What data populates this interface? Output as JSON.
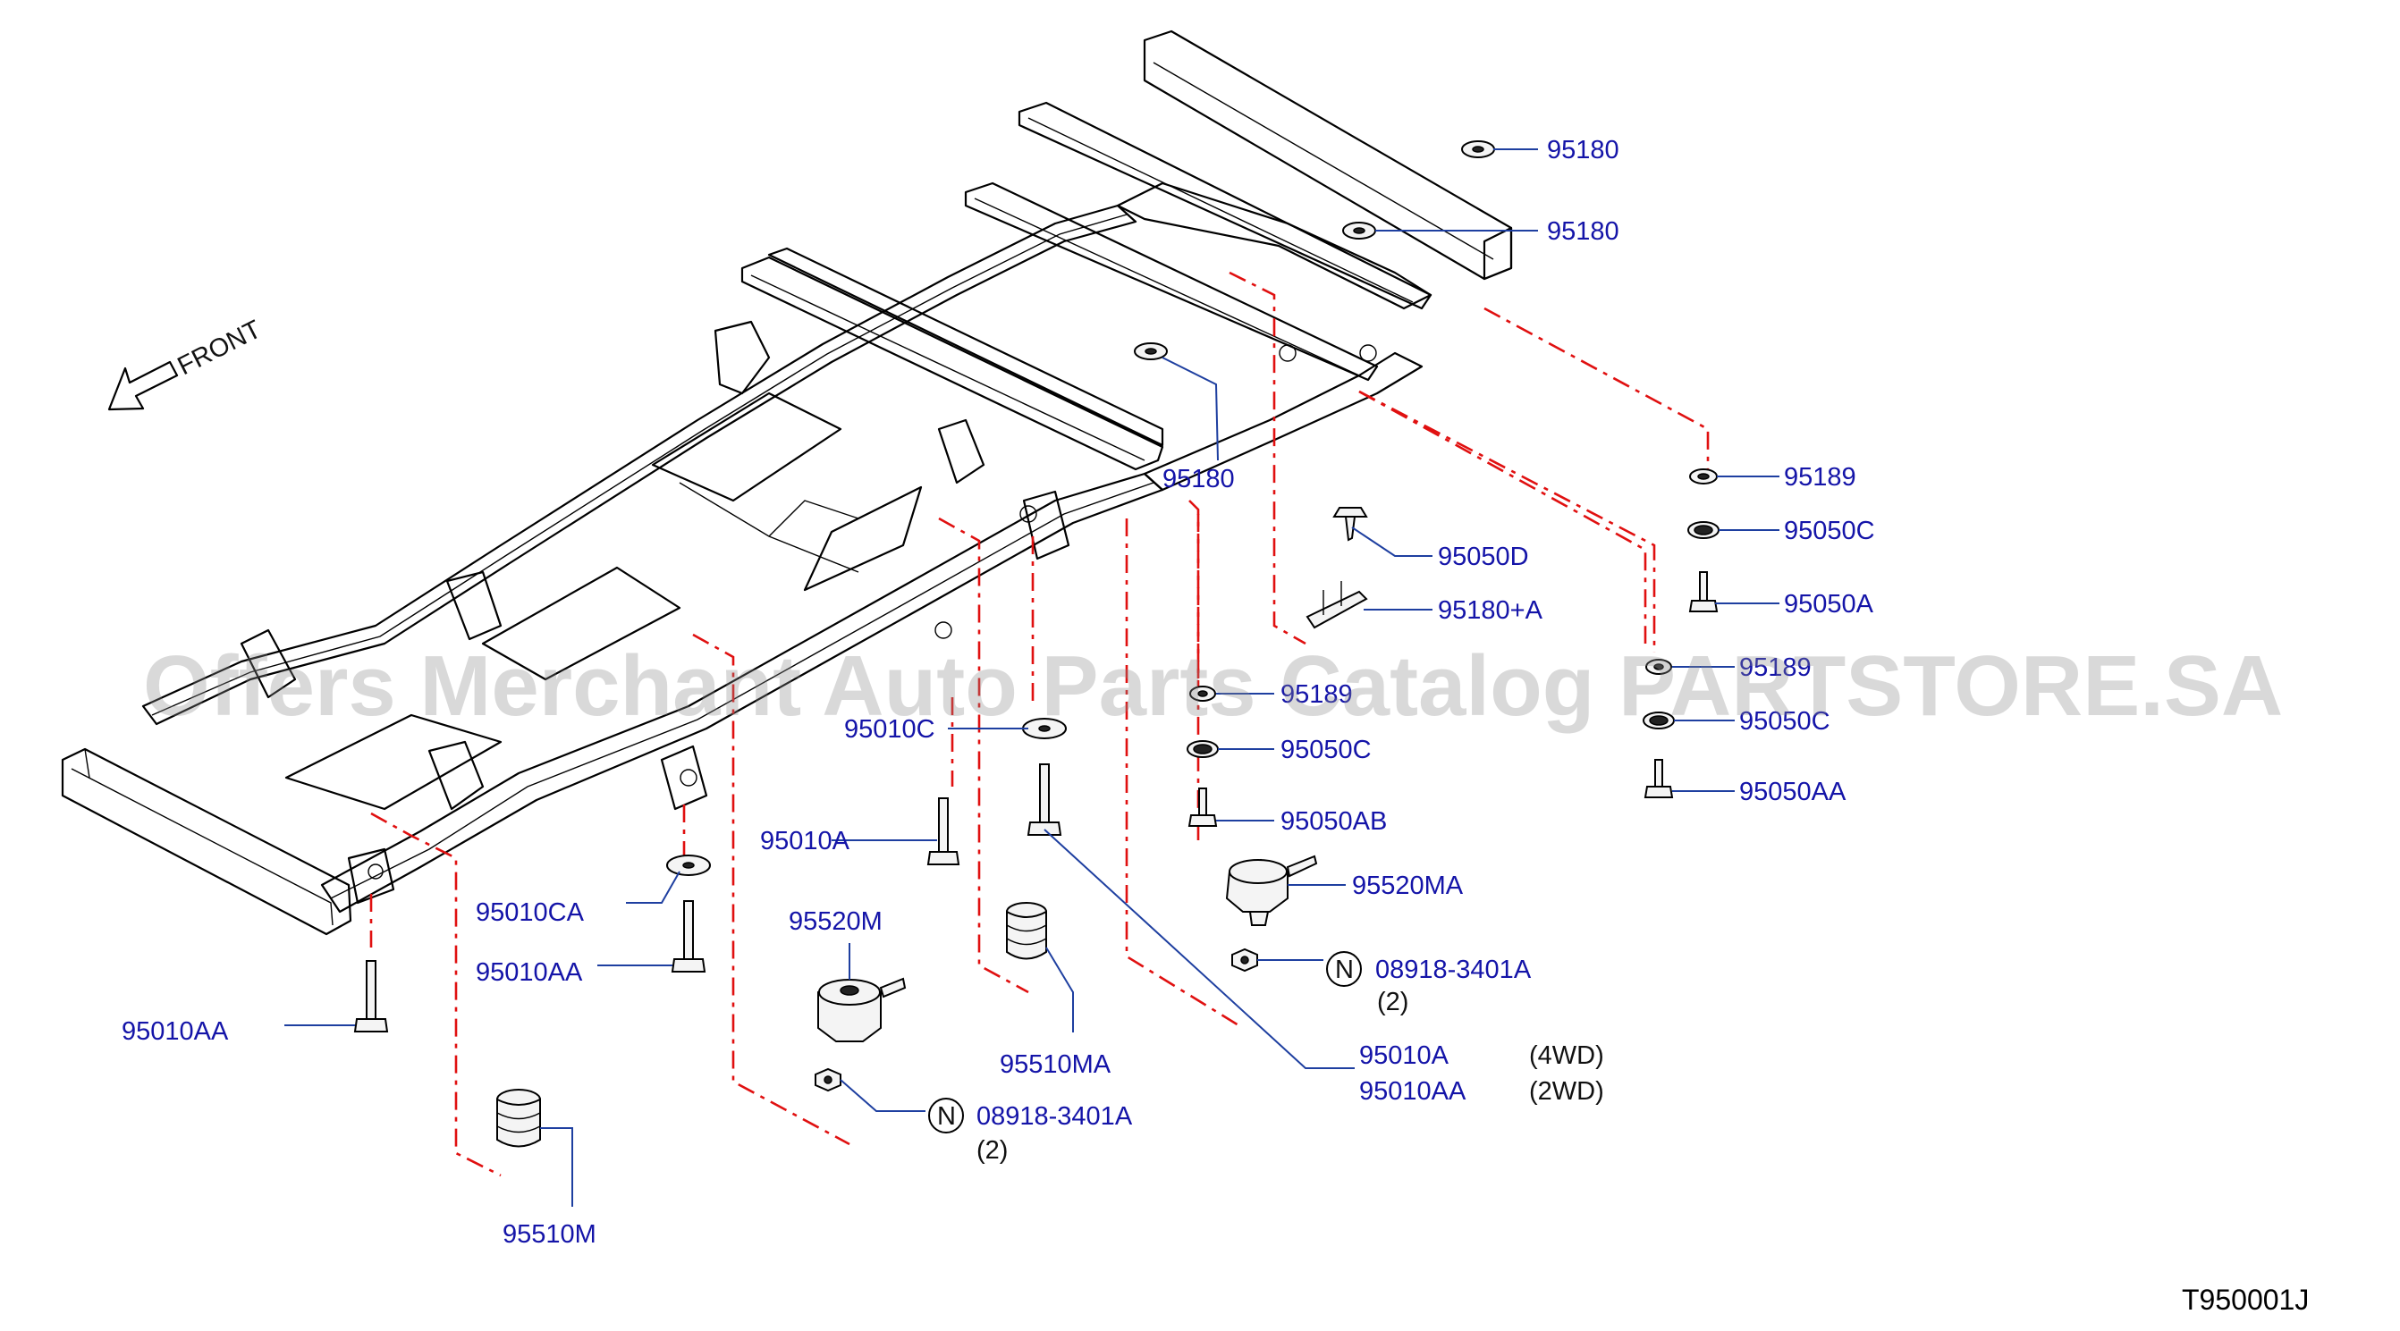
{
  "labels": {
    "front": "FRONT",
    "watermark": "Offers Merchant Auto Parts Catalog PARTSTORE.SA",
    "diagram_code": "T950001J",
    "p95180_a": "95180",
    "p95180_b": "95180",
    "p95180_c": "95180",
    "p95189_a": "95189",
    "p95189_b": "95189",
    "p95189_c": "95189",
    "p95050c_a": "95050C",
    "p95050c_b": "95050C",
    "p95050c_c": "95050C",
    "p95050a": "95050A",
    "p95050d": "95050D",
    "p95180a": "95180+A",
    "p95050aa": "95050AA",
    "p95050ab": "95050AB",
    "p95010c": "95010C",
    "p95010a_a": "95010A",
    "p95010a_b": "95010A",
    "p95010ca": "95010CA",
    "p95010aa_a": "95010AA",
    "p95010aa_b": "95010AA",
    "p95010aa_c": "95010AA",
    "p95520m": "95520M",
    "p95520ma": "95520MA",
    "p95510m": "95510M",
    "p95510ma": "95510MA",
    "nut_a": "08918-3401A",
    "nut_b": "08918-3401A",
    "qty_a": "(2)",
    "qty_b": "(2)",
    "n_symbol_a": "N",
    "n_symbol_b": "N",
    "note_4wd": "(4WD)",
    "note_2wd": "(2WD)"
  }
}
